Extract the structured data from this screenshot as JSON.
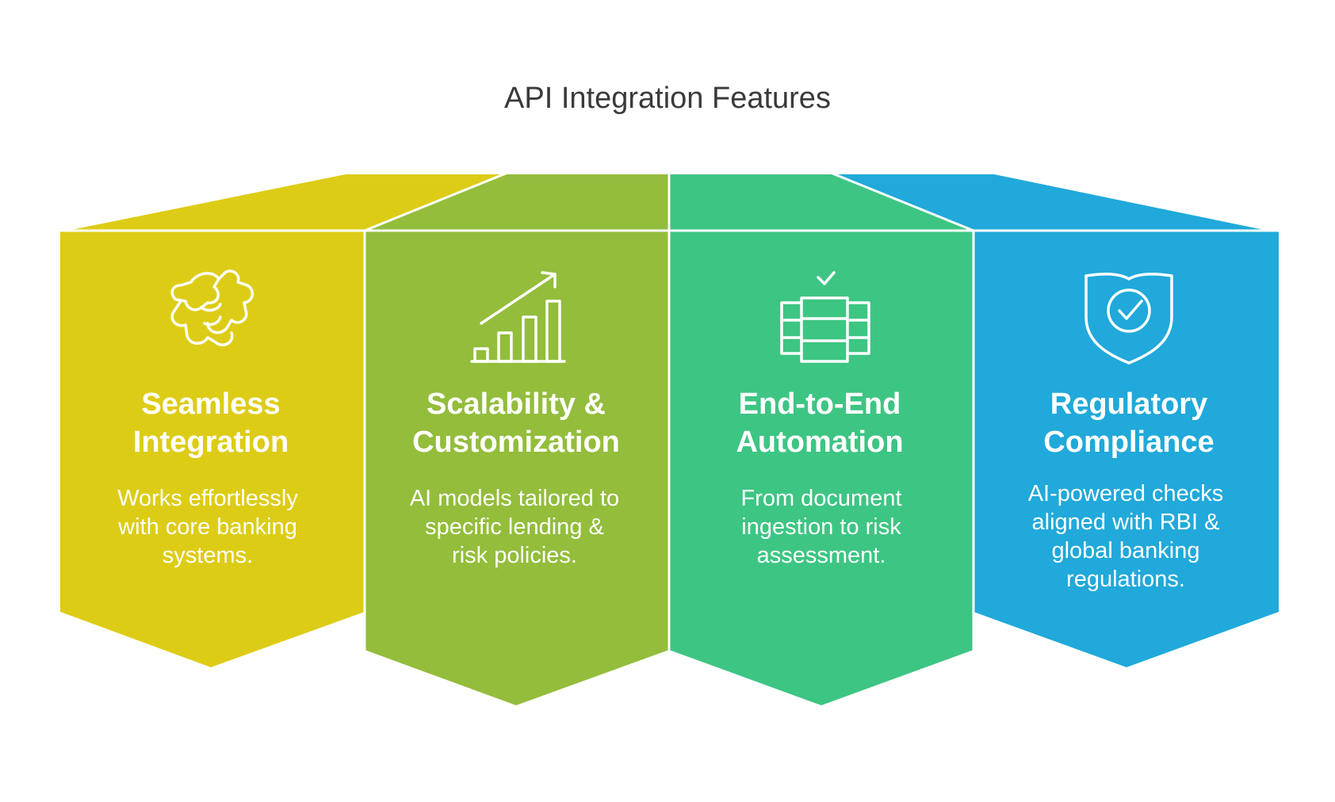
{
  "title": "API Integration Features",
  "colors": {
    "seamless": "#DDCC16",
    "scalability": "#93BD3B",
    "automation": "#3DC583",
    "compliance": "#20A9DA"
  },
  "features": [
    {
      "icon": "handshake-puzzle-icon",
      "title_lines": [
        "Seamless",
        "Integration"
      ],
      "desc_lines": [
        "Works effortlessly",
        "with core banking",
        "systems."
      ]
    },
    {
      "icon": "growth-chart-icon",
      "title_lines": [
        "Scalability &",
        "Customization"
      ],
      "desc_lines": [
        "AI models tailored to",
        "specific lending &",
        "risk policies."
      ]
    },
    {
      "icon": "server-check-icon",
      "title_lines": [
        "End-to-End",
        "Automation"
      ],
      "desc_lines": [
        "From document",
        "ingestion to risk",
        "assessment."
      ]
    },
    {
      "icon": "shield-check-icon",
      "title_lines": [
        "Regulatory",
        "Compliance"
      ],
      "desc_lines": [
        "AI-powered checks",
        "aligned with RBI &",
        "global banking",
        "regulations."
      ]
    }
  ]
}
